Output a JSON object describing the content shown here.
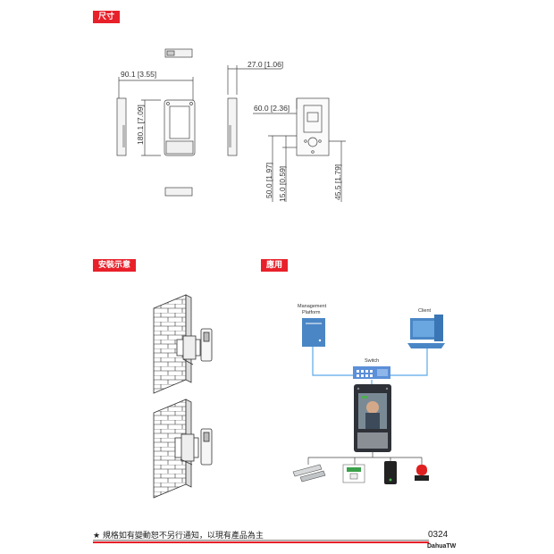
{
  "sections": {
    "dimensions": "尺寸",
    "installation": "安裝示意",
    "application": "應用"
  },
  "dimensions": {
    "width": "90.1 [3.55]",
    "depth": "27.0 [1.06]",
    "height": "180.1 [7.09]",
    "bracket_width": "60.0 [2.36]",
    "h1": "50.0 [1.97]",
    "h2": "15.0 [0.59]",
    "h3": "45.5 [1.79]"
  },
  "application": {
    "management": "Management",
    "platform": "Platform",
    "client": "Client",
    "switch": "Switch"
  },
  "footer": {
    "note": "★  規格如有變動恕不另行通知，以現有產品為主",
    "code": "0324",
    "brand": "DahuaTW"
  },
  "colors": {
    "accent": "#e8202a",
    "network": "#5aa9e6",
    "server": "#4a86c5"
  }
}
